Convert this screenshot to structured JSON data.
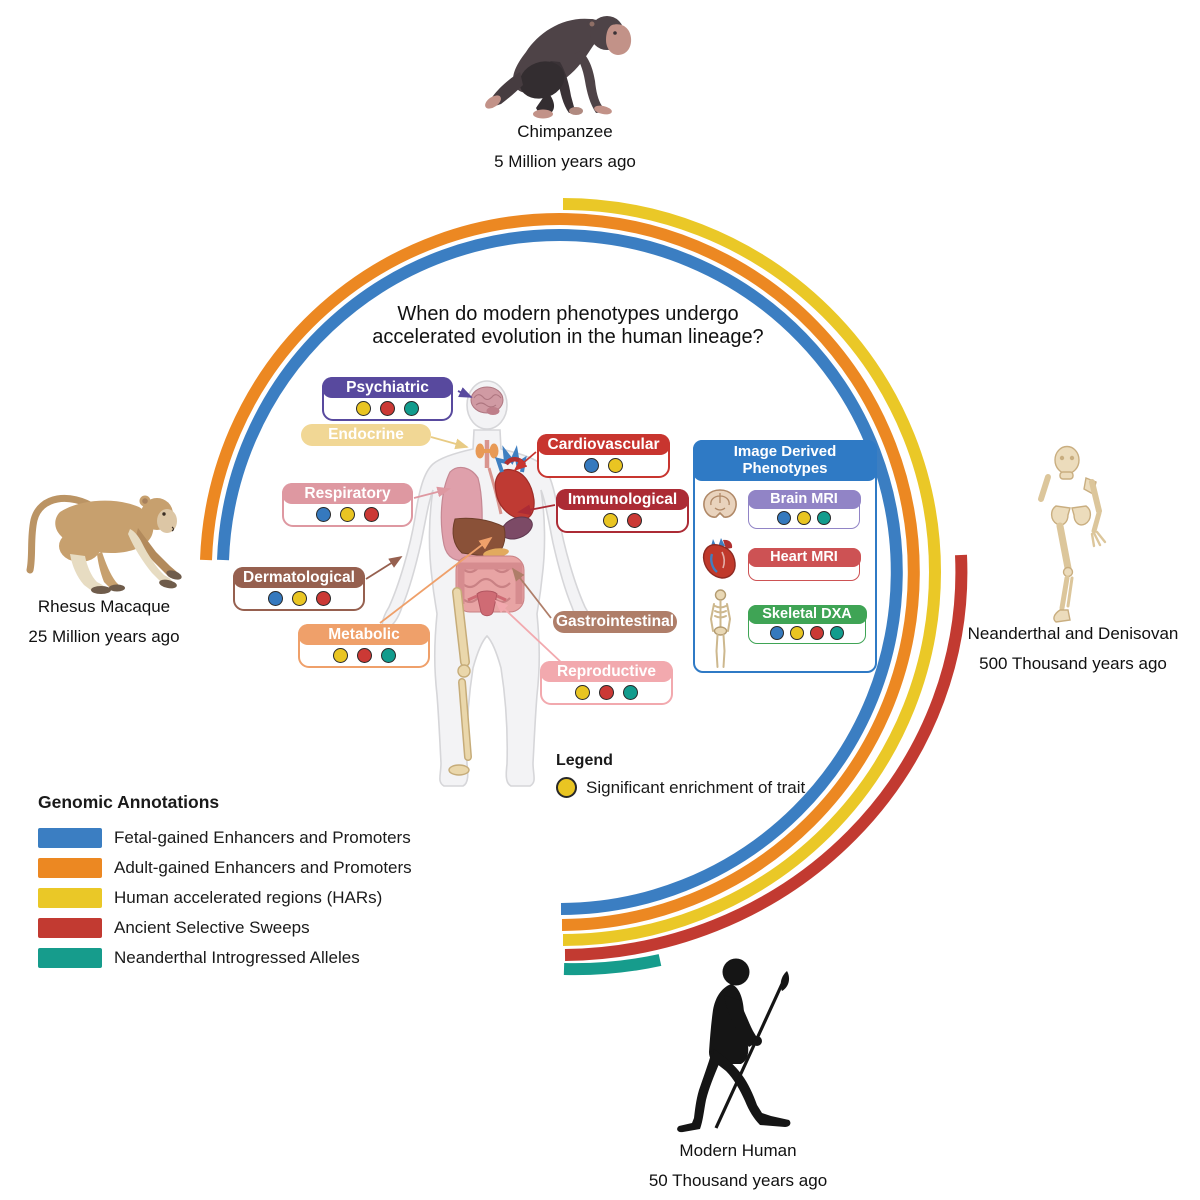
{
  "question": {
    "line1": "When do modern phenotypes undergo",
    "line2": "accelerated evolution in the human lineage?"
  },
  "species": [
    {
      "name": "Chimpanzee",
      "time": "5 Million years ago"
    },
    {
      "name": "Rhesus Macaque",
      "time": "25 Million years ago"
    },
    {
      "name": "Neanderthal and Denisovan",
      "time": "500 Thousand years ago"
    },
    {
      "name": "Modern Human",
      "time": "50 Thousand years ago"
    }
  ],
  "phenotypes": [
    {
      "label": "Psychiatric",
      "color": "#58499E",
      "dots": [
        "yellow",
        "red",
        "teal"
      ]
    },
    {
      "label": "Endocrine",
      "color": "#F1D795",
      "dots": []
    },
    {
      "label": "Respiratory",
      "color": "#DE98A1",
      "dots": [
        "blue",
        "yellow",
        "red"
      ]
    },
    {
      "label": "Dermatological",
      "color": "#96604F",
      "dots": [
        "blue",
        "yellow",
        "red"
      ]
    },
    {
      "label": "Metabolic",
      "color": "#EFA06A",
      "dots": [
        "yellow",
        "red",
        "teal"
      ]
    },
    {
      "label": "Cardiovascular",
      "color": "#C8352F",
      "dots": [
        "blue",
        "yellow"
      ]
    },
    {
      "label": "Immunological",
      "color": "#AC2B35",
      "dots": [
        "yellow",
        "red"
      ]
    },
    {
      "label": "Gastrointestinal",
      "color": "#AF7E69",
      "dots": []
    },
    {
      "label": "Reproductive",
      "color": "#F2A9AE",
      "dots": [
        "yellow",
        "red",
        "teal"
      ]
    }
  ],
  "image_derived": {
    "title": "Image Derived Phenotypes",
    "color": "#2F7AC5",
    "items": [
      {
        "label": "Brain MRI",
        "color": "#9184C6",
        "dots": [
          "blue",
          "yellow",
          "teal"
        ]
      },
      {
        "label": "Heart MRI",
        "color": "#CD5254",
        "dots": []
      },
      {
        "label": "Skeletal DXA",
        "color": "#3FA455",
        "dots": [
          "blue",
          "yellow",
          "red",
          "teal"
        ]
      }
    ]
  },
  "legend": {
    "title": "Legend",
    "items": [
      {
        "label": "Significant enrichment of trait",
        "dot": "yellow"
      }
    ]
  },
  "genomic_annotations": {
    "title": "Genomic Annotations",
    "items": [
      {
        "label": "Fetal-gained Enhancers and Promoters",
        "color": "#3B7EC2"
      },
      {
        "label": "Adult-gained Enhancers and Promoters",
        "color": "#EC8822"
      },
      {
        "label": "Human accelerated regions (HARs)",
        "color": "#EAC827"
      },
      {
        "label": "Ancient Selective Sweeps",
        "color": "#C23A31"
      },
      {
        "label": "Neanderthal Introgressed Alleles",
        "color": "#169C8C"
      }
    ]
  },
  "dot_colors": {
    "blue": "#3579BE",
    "yellow": "#E9C522",
    "red": "#CB3935",
    "teal": "#129C8D"
  }
}
